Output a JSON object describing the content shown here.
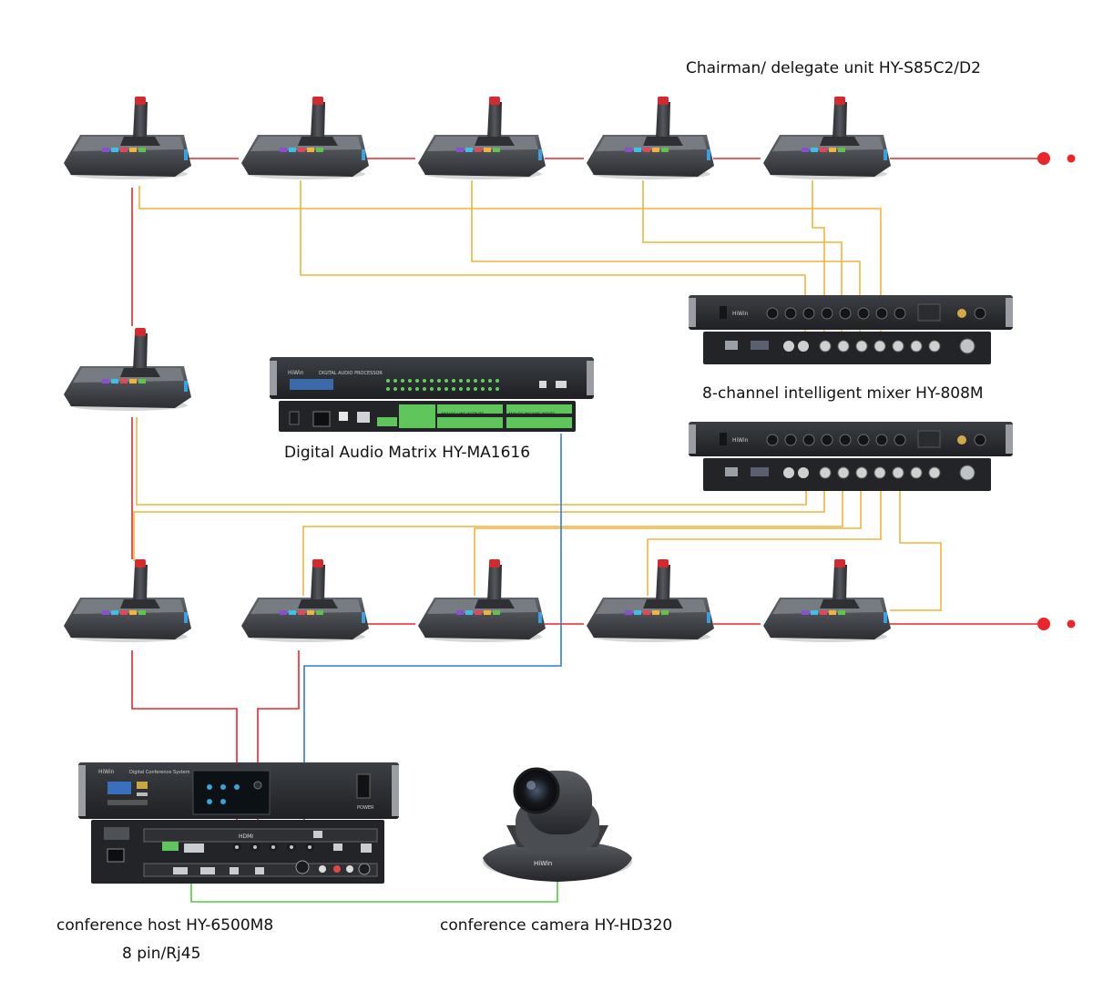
{
  "labels": {
    "delegate_unit": "Chairman/ delegate unit HY-S85C2/D2",
    "mixer": "8-channel intelligent mixer HY-808M",
    "matrix": "Digital Audio Matrix HY-MA1616",
    "host": "conference host HY-6500M8",
    "host_sub": "8 pin/Rj45",
    "camera": "conference camera HY-HD320"
  },
  "device_text": {
    "brand": "HiWin",
    "matrix_header": "DIGITAL AUDIO PROCESSOR",
    "matrix_section_1": "ANALOG LINE OUTPUTS",
    "matrix_section_2": "ANALOG MIC/LINE INPUTS",
    "host_header": "Digital Conference System",
    "host_power": "POWER",
    "host_hdmi": "HDMI"
  },
  "colors": {
    "link_red": "#e8262b",
    "audio_yellow": "#f0b43c",
    "video_blue": "#2f7fd1",
    "camera_green": "#4fce3c"
  },
  "icons": {
    "unit": "conference-unit-icon",
    "mixer": "mixer-rack-icon",
    "matrix": "audio-matrix-rack-icon",
    "host": "conference-host-rack-icon",
    "camera": "ptz-camera-icon"
  }
}
